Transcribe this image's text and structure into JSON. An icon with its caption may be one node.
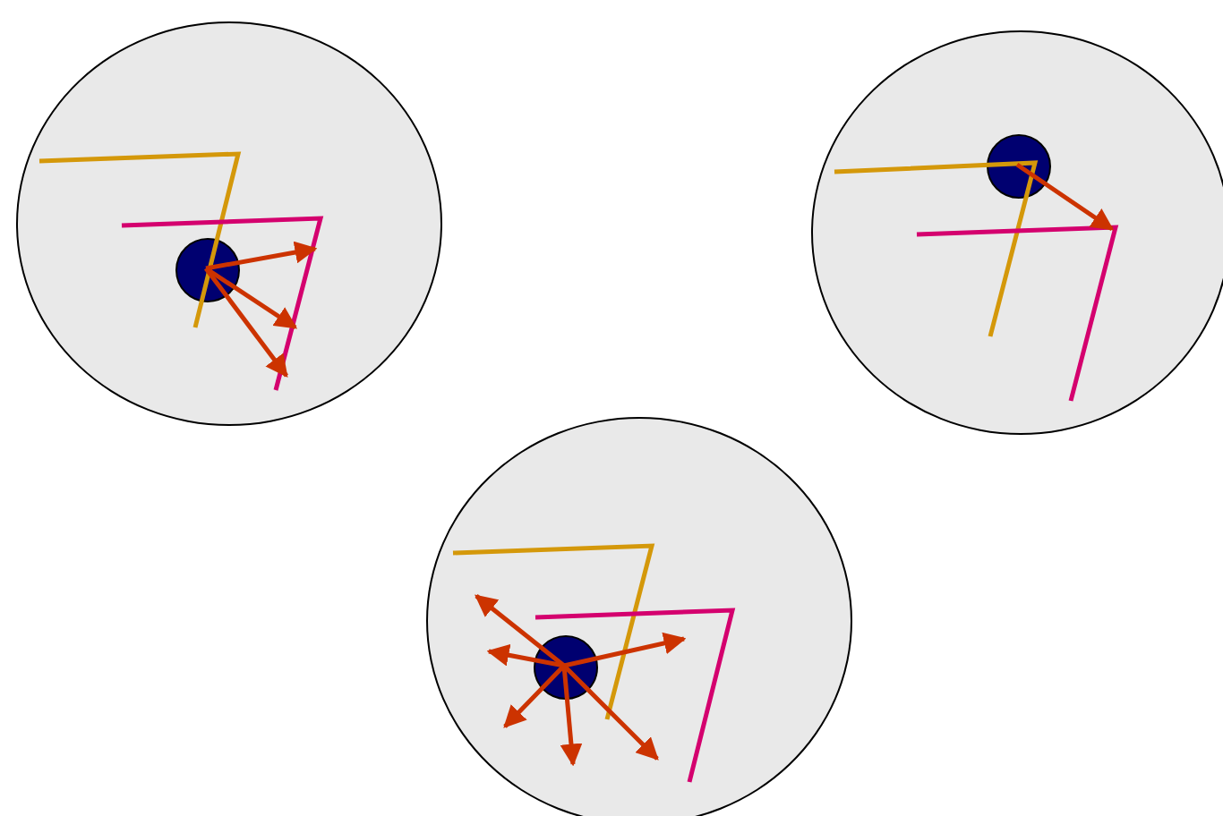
{
  "diagram": {
    "nodes": [
      {
        "text": [],
        "shape": "circle"
      },
      {
        "text": [],
        "shape": "circle",
        "in": 0
      },
      {
        "text": [],
        "shape": "circle"
      },
      {
        "text": [],
        "shape": "circle",
        "in": 2
      },
      {
        "text": [],
        "shape": "circle"
      },
      {
        "text": [],
        "shape": "circle",
        "in": 4
      }
    ],
    "edges": [
      {
        "from": 1,
        "to": null,
        "arrow": "to"
      },
      {
        "from": 1,
        "to": null,
        "arrow": "to"
      },
      {
        "from": 1,
        "to": null,
        "arrow": "to"
      },
      {
        "from": 3,
        "to": null,
        "arrow": "to"
      },
      {
        "from": 5,
        "to": null,
        "arrow": "to"
      },
      {
        "from": 5,
        "to": null,
        "arrow": "to"
      },
      {
        "from": 5,
        "to": null,
        "arrow": "to"
      },
      {
        "from": 5,
        "to": null,
        "arrow": "to"
      },
      {
        "from": 5,
        "to": null,
        "arrow": "to"
      },
      {
        "from": 5,
        "to": null,
        "arrow": "to"
      }
    ]
  }
}
